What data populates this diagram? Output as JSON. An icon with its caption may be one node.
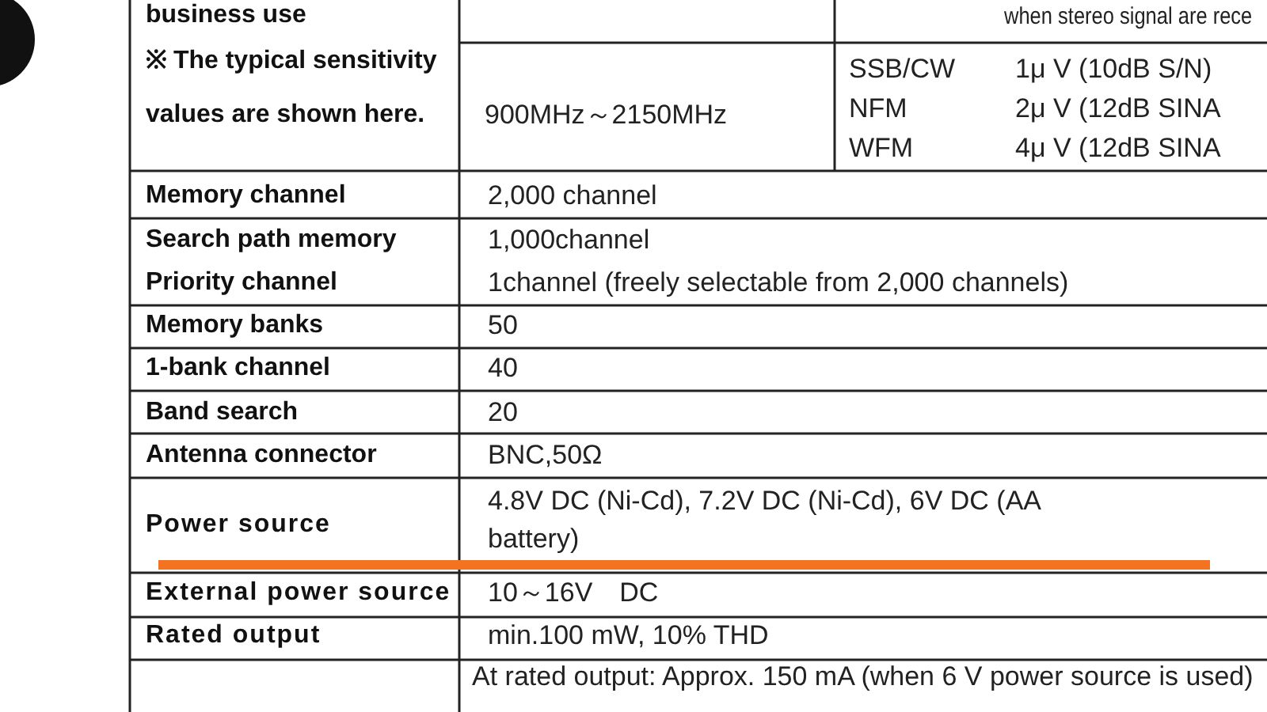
{
  "diagram": {
    "labels": [
      "business use",
      "※ The typical sensitivity values are shown here.",
      "when stereo signal are rece",
      "900MHz～2150MHz",
      "SSB/CW",
      "1μ V (10dB S/N)",
      "NFM",
      "2μ V (12dB SINA",
      "WFM",
      "4μ V (12dB SINA",
      "Memory channel",
      "2,000 channel",
      "Search path memory",
      "1,000channel",
      "Priority channel",
      "1channel (freely selectable from 2,000 channels)",
      "Memory banks",
      "50",
      "1-bank channel",
      "40",
      "Band search",
      "20",
      "Antenna connector",
      "BNC,50Ω",
      "Power source",
      "4.8V DC  (Ni-Cd), 7.2V DC  (Ni-Cd), 6V DC (AA battery)",
      "External power source",
      "10～16V　DC",
      "Rated output",
      "min.100 mW, 10% THD",
      "At rated output: Approx. 150 mA (when 6 V power source is used)"
    ]
  }
}
